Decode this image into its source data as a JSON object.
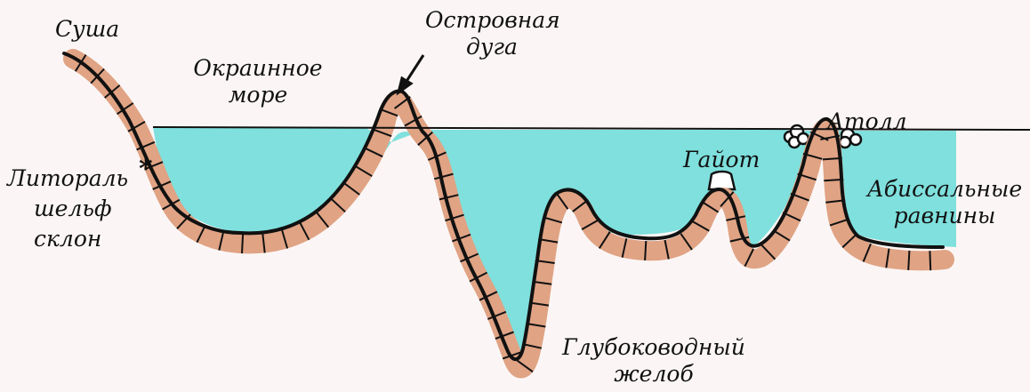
{
  "labels": {
    "land": "Суша",
    "marginal_sea": [
      "Окраинное",
      "море"
    ],
    "island_arc": [
      "Островная",
      "дуга"
    ],
    "atoll": "Атолл",
    "guyot": "Гайот",
    "abyssal_plains": [
      "Абиссальные",
      "равнины"
    ],
    "littoral": "Литораль",
    "shelf": "шельф",
    "slope": "склон",
    "trench": [
      "Глубоководный",
      "желоб"
    ],
    "asterisk": "*"
  },
  "colors": {
    "background": "#fbf6f5",
    "water": "#7fe0dd",
    "crust": "#e0a384",
    "outline": "#111111"
  }
}
